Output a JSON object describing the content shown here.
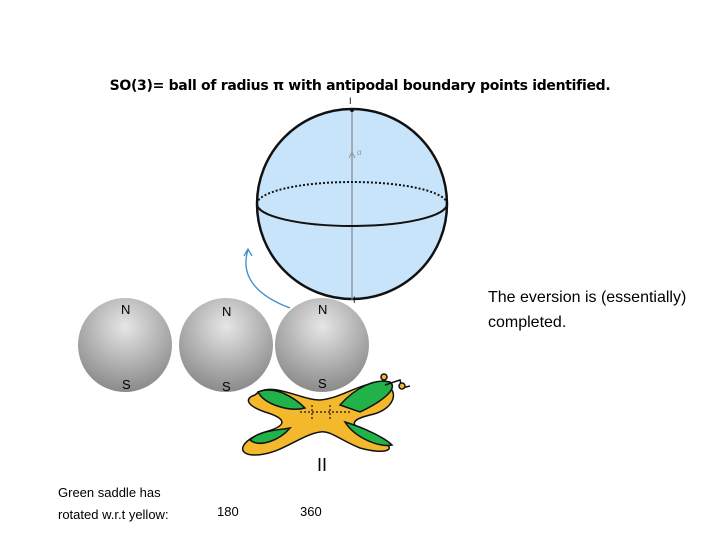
{
  "title": "SO(3)= ball of radius π with antipodal boundary points identified.",
  "sphere": {
    "top_label": "I",
    "bottom_label": "I",
    "axis_label": "α",
    "fill": "#c7e4fb",
    "edge": "#1a6fc0"
  },
  "eversion_text": "The eversion is (essentially) completed.",
  "balls": [
    {
      "north": "N",
      "south": "S"
    },
    {
      "north": "N",
      "south": "S"
    },
    {
      "north": "N",
      "south": "S"
    }
  ],
  "equals_sign": "II",
  "caption": {
    "line1": "Green saddle has",
    "line2": "rotated w.r.t yellow:",
    "value1": "180",
    "value2": "360"
  },
  "colors": {
    "green": "#22b24a",
    "yellow": "#f4b82c",
    "arrow": "#3a8fd0"
  }
}
